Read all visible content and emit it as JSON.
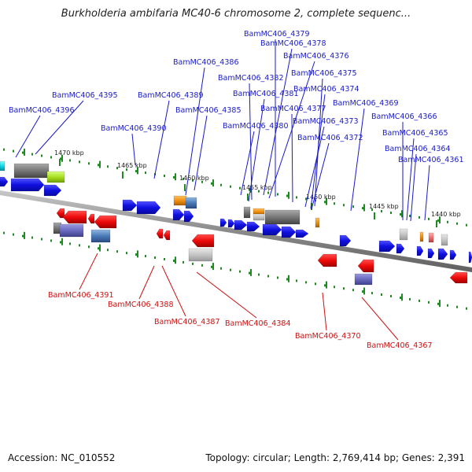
{
  "title": "Burkholderia ambifaria MC40-6 chromosome 2, complete sequenc...",
  "footer": {
    "accession": "Accession: NC_010552",
    "topology": "Topology: circular; Length: 2,769,414 bp; Genes: 2,391"
  },
  "colors": {
    "forward_label": "#1a1ac8",
    "reverse_label": "#cc1111",
    "forward_gene": "#1a1ae6",
    "reverse_gene": "#ee1111",
    "backbone": "#888888",
    "tick": "#1f8a1f"
  },
  "scale_labels": [
    "1470 kbp",
    "1465 kbp",
    "1460 kbp",
    "1455 kbp",
    "1450 kbp",
    "1445 kbp",
    "1440 kbp"
  ],
  "forward_labels": [
    "BamMC406_4379",
    "BamMC406_4378",
    "BamMC406_4376",
    "BamMC406_4386",
    "BamMC406_4382",
    "BamMC406_4375",
    "BamMC406_4381",
    "BamMC406_4374",
    "BamMC406_4395",
    "BamMC406_4389",
    "BamMC406_4377",
    "BamMC406_4369",
    "BamMC406_4396",
    "BamMC406_4385",
    "BamMC406_4373",
    "BamMC406_4366",
    "BamMC406_4380",
    "BamMC406_4390",
    "BamMC406_4365",
    "BamMC406_4372",
    "BamMC406_4364",
    "BamMC406_4361"
  ],
  "reverse_labels": [
    "BamMC406_4391",
    "BamMC406_4388",
    "BamMC406_4387",
    "BamMC406_4384",
    "BamMC406_4370",
    "BamMC406_4367"
  ]
}
